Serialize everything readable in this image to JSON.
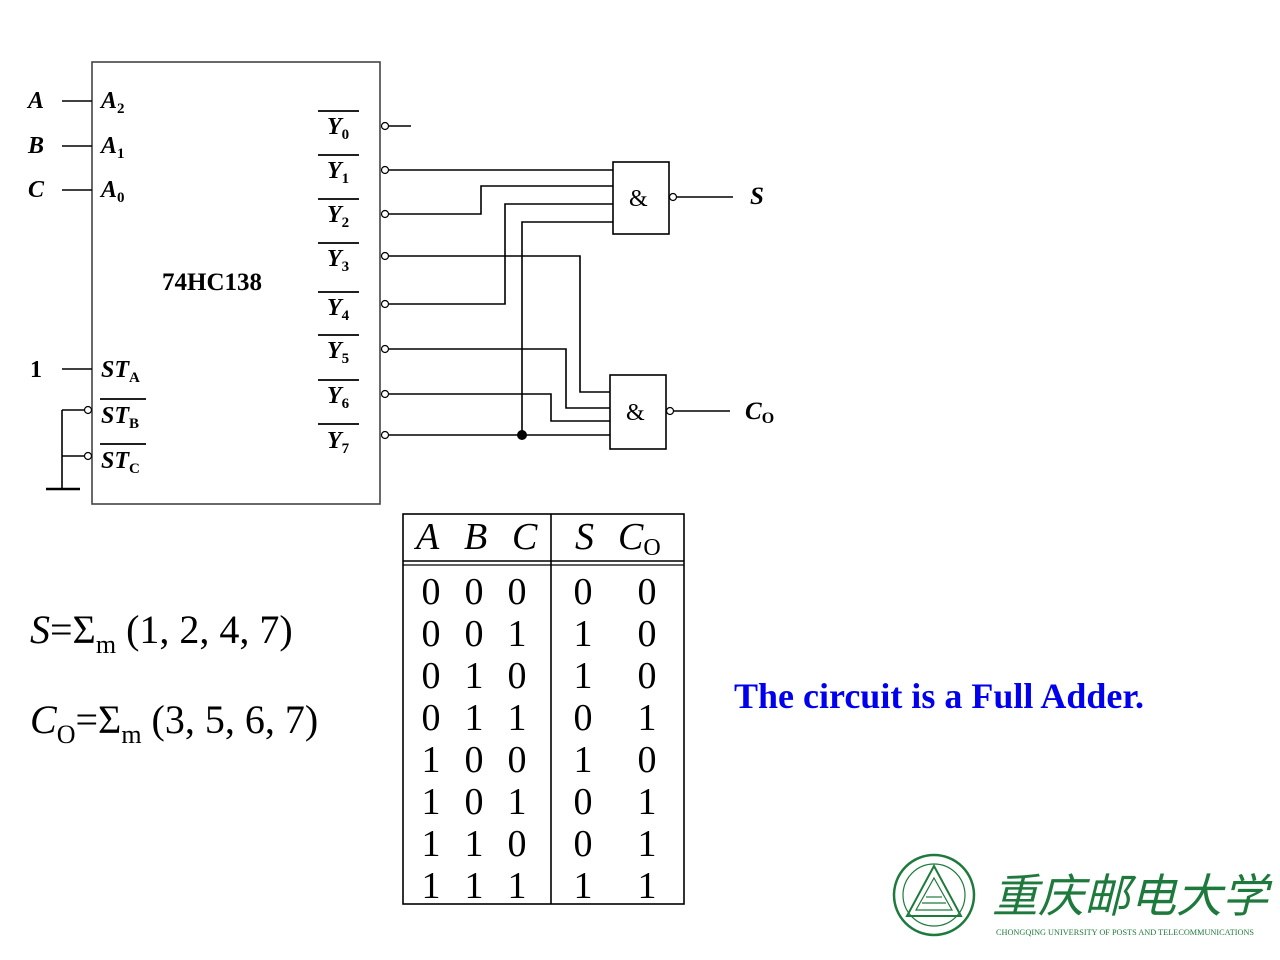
{
  "circuit": {
    "chip_label": "74HC138",
    "inputs": [
      {
        "signal": "A",
        "pin_letter": "A",
        "pin_sub": "2"
      },
      {
        "signal": "B",
        "pin_letter": "A",
        "pin_sub": "1"
      },
      {
        "signal": "C",
        "pin_letter": "A",
        "pin_sub": "0"
      }
    ],
    "enable_value": "1",
    "enables": [
      {
        "letter": "ST",
        "sub": "A"
      },
      {
        "letter": "ST",
        "sub": "B"
      },
      {
        "letter": "ST",
        "sub": "C"
      }
    ],
    "outputs": [
      {
        "letter": "Y",
        "sub": "0"
      },
      {
        "letter": "Y",
        "sub": "1"
      },
      {
        "letter": "Y",
        "sub": "2"
      },
      {
        "letter": "Y",
        "sub": "3"
      },
      {
        "letter": "Y",
        "sub": "4"
      },
      {
        "letter": "Y",
        "sub": "5"
      },
      {
        "letter": "Y",
        "sub": "6"
      },
      {
        "letter": "Y",
        "sub": "7"
      }
    ],
    "gate_symbol": "&",
    "gate_s_output": "S",
    "gate_co_output": {
      "letter": "C",
      "sub": "O"
    }
  },
  "equations": {
    "s": {
      "lhs": "S",
      "sigma": "=Σ",
      "sub": "m",
      "terms": " (1, 2, 4, 7)"
    },
    "co": {
      "lhs": "C",
      "lhs_sub": "O",
      "sigma": "=Σ",
      "sub": "m",
      "terms": " (3, 5, 6, 7)"
    }
  },
  "truth_table": {
    "headers": {
      "a": "A",
      "b": "B",
      "c": "C",
      "s": "S",
      "co": "C",
      "co_sub": "O"
    },
    "rows": [
      [
        "0",
        "0",
        "0",
        "0",
        "0"
      ],
      [
        "0",
        "0",
        "1",
        "1",
        "0"
      ],
      [
        "0",
        "1",
        "0",
        "1",
        "0"
      ],
      [
        "0",
        "1",
        "1",
        "0",
        "1"
      ],
      [
        "1",
        "0",
        "0",
        "1",
        "0"
      ],
      [
        "1",
        "0",
        "1",
        "0",
        "1"
      ],
      [
        "1",
        "1",
        "0",
        "0",
        "1"
      ],
      [
        "1",
        "1",
        "1",
        "1",
        "1"
      ]
    ]
  },
  "conclusion": "The circuit is a Full Adder.",
  "logo": {
    "chinese_name": "重庆邮电大学",
    "english_name": "CHONGQING UNIVERSITY OF POSTS AND TELECOMMUNICATIONS"
  }
}
